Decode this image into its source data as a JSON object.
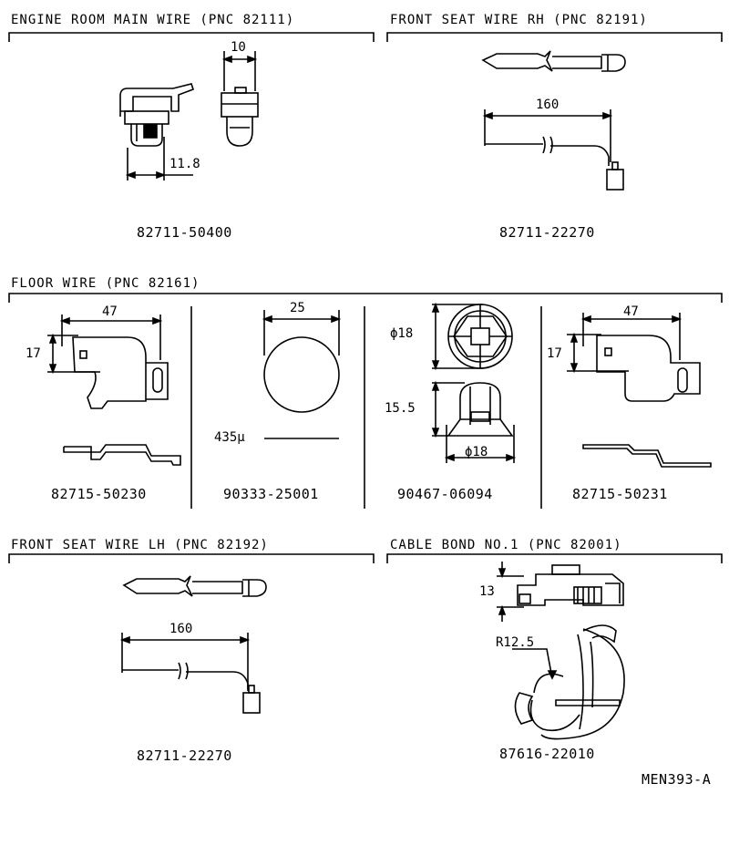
{
  "sections": [
    {
      "id": "engine",
      "title": "ENGINE ROOM MAIN WIRE  (PNC 82111)",
      "parts": [
        {
          "part_no": "82711-50400",
          "dims": [
            "10",
            "11.8"
          ]
        }
      ]
    },
    {
      "id": "front_rh",
      "title": "FRONT SEAT WIRE RH  (PNC 82191)",
      "parts": [
        {
          "part_no": "82711-22270",
          "dims": [
            "160"
          ]
        }
      ]
    },
    {
      "id": "floor",
      "title": "FLOOR WIRE  (PNC 82161)",
      "parts": [
        {
          "part_no": "82715-50230",
          "dims": [
            "47",
            "17"
          ]
        },
        {
          "part_no": "90333-25001",
          "dims": [
            "25",
            "435µ"
          ]
        },
        {
          "part_no": "90467-06094",
          "dims": [
            "ϕ18",
            "15.5",
            "ϕ18"
          ]
        },
        {
          "part_no": "82715-50231",
          "dims": [
            "47",
            "17"
          ]
        }
      ]
    },
    {
      "id": "front_lh",
      "title": "FRONT SEAT WIRE LH  (PNC 82192)",
      "parts": [
        {
          "part_no": "82711-22270",
          "dims": [
            "160"
          ]
        }
      ]
    },
    {
      "id": "cable_bond",
      "title": "CABLE BOND NO.1  (PNC 82001)",
      "parts": [
        {
          "part_no": "87616-22010",
          "dims": [
            "13",
            "R12.5"
          ]
        }
      ]
    }
  ],
  "figure_code": "MEN393-A"
}
